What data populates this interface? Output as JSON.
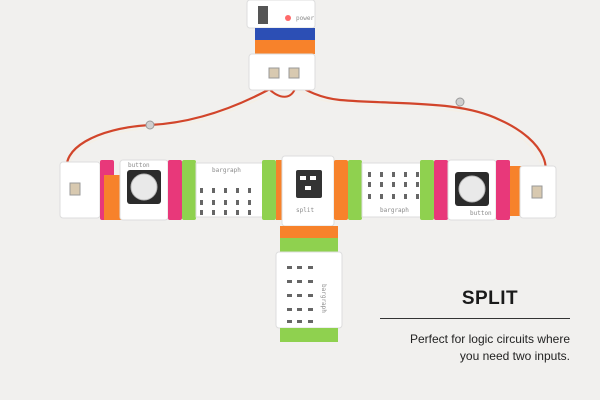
{
  "caption": {
    "title": "SPLIT",
    "body_line1": "Perfect for logic circuits where",
    "body_line2": "you need two inputs."
  },
  "modules": {
    "left_button_label": "button",
    "left_bargraph_label": "bargraph",
    "right_bargraph_label": "bargraph",
    "right_button_label": "button",
    "bottom_bargraph_label": "bargraph",
    "top_power_label": "power",
    "split_label": "split"
  },
  "colors": {
    "background": "#f1f0ee",
    "board": "#ffffff",
    "magnet_orange": "#f7822b",
    "magnet_pink": "#e8387a",
    "magnet_green": "#8fd14f",
    "magnet_blue": "#2c4fb5",
    "wire_red": "#d2452a",
    "wire_white": "#f4efe6"
  },
  "icons": [
    "button-cap-icon",
    "led-matrix-icon",
    "connector-icon"
  ]
}
